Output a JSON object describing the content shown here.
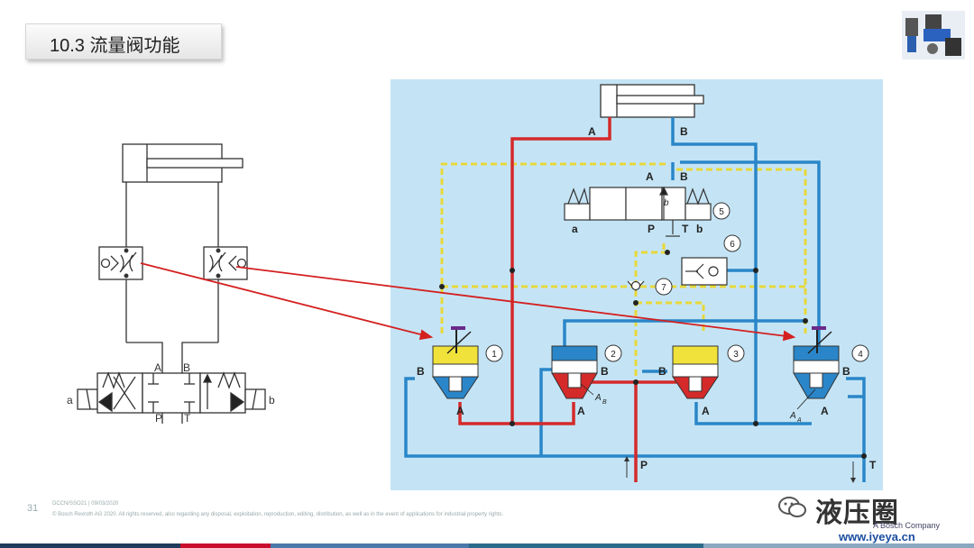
{
  "slide": {
    "title": "10.3 流量阀功能",
    "page_number": "31",
    "footer_line1": "DCCN/SSO21 | 09/03/2020",
    "footer_line2": "© Bosch Rexroth AG 2020. All rights reserved, also regarding any disposal, exploitation, reproduction, editing, distribution, as well as in the event of applications for industrial property rights."
  },
  "left_symbol": {
    "port_A": "A",
    "port_B": "B",
    "port_P": "P",
    "port_T": "T",
    "solenoid_a": "a",
    "solenoid_b": "b"
  },
  "circuit": {
    "cyl_port_A": "A",
    "cyl_port_B": "B",
    "valve5_A": "A",
    "valve5_B": "B",
    "valve5_a": "a",
    "valve5_b": "b",
    "valve5_P": "P",
    "valve5_T": "T",
    "valve5_pilot": "b",
    "callouts": [
      "1",
      "2",
      "3",
      "4",
      "5",
      "6",
      "7"
    ],
    "v1_B": "B",
    "v1_A": "A",
    "v2_B": "B",
    "v2_A": "A",
    "v2_AB": "A",
    "v2_AB_sub": "B",
    "v3_B": "B",
    "v3_A": "A",
    "v4_B": "B",
    "v4_A": "A",
    "v4_AA": "A",
    "v4_AA_sub": "A",
    "supply_P": "P",
    "tank_T": "T"
  },
  "watermark": {
    "text": "液压圈",
    "company": "A Bosch Company",
    "url": "www.iyeya.cn"
  },
  "colors": {
    "pressure": "#d42a2a",
    "tank": "#2a86c8",
    "pilot": "#e8d83a",
    "panel": "#c4e4f5",
    "arrow": "#d42020"
  }
}
